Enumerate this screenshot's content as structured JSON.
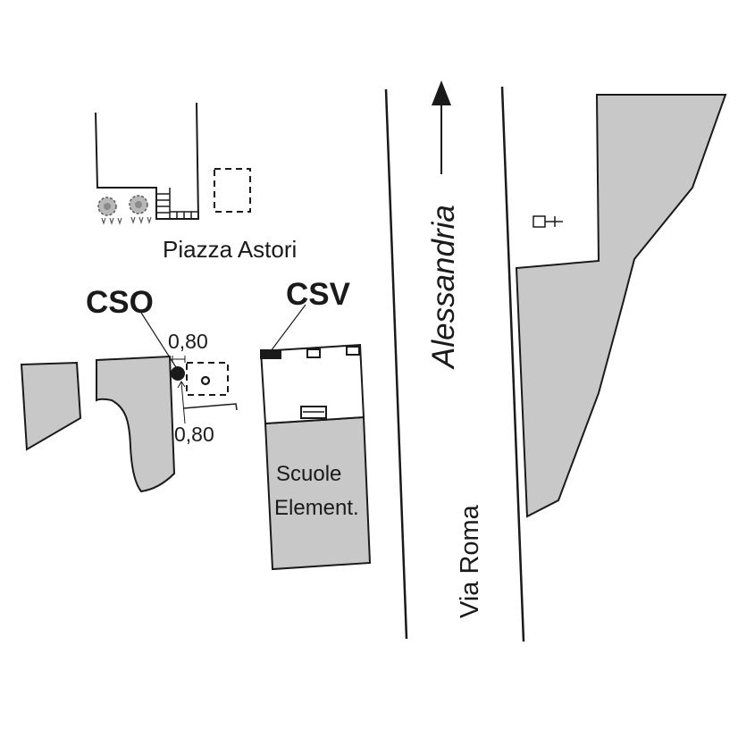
{
  "labels": {
    "square": "Piazza Astori",
    "cso": "CSO",
    "csv": "CSV",
    "dim_top": "0,80",
    "dim_bottom": "0,80",
    "school_line1": "Scuole",
    "school_line2": "Element.",
    "street_alessandria": "Alessandria",
    "street_roma": "Via Roma"
  },
  "colors": {
    "ink": "#1a1a1a",
    "building_fill": "#c8c8c8",
    "background": "#ffffff"
  },
  "icons": [
    "tree-icon",
    "north-arrow-icon",
    "manhole-icon",
    "cross-icon"
  ]
}
